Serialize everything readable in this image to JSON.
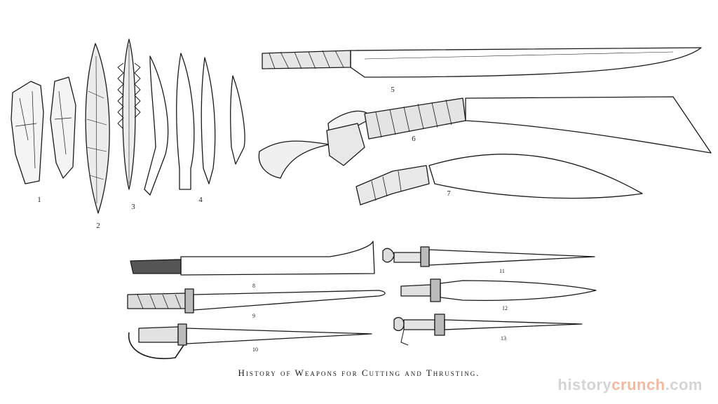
{
  "caption": "History of Weapons for Cutting and Thrusting.",
  "watermark": {
    "part1": "history",
    "part2": "crunch",
    "part3": ".com"
  },
  "figure_labels": [
    "1",
    "2",
    "3",
    "4",
    "5",
    "6",
    "7",
    "8",
    "9",
    "10",
    "11",
    "12",
    "13"
  ],
  "colors": {
    "ink": "#1a1a1a",
    "paper": "#ffffff",
    "watermark": "#d4d4d4",
    "watermark_accent": "#f0b9a2"
  }
}
